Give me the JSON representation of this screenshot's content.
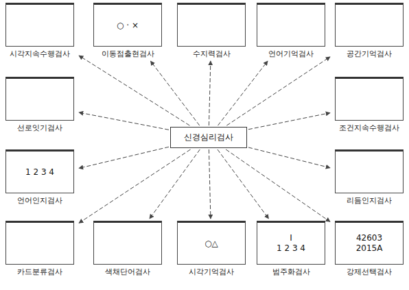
{
  "diagram": {
    "nodes": [
      {
        "text": [
          "시각지속수행검사"
        ]
      },
      {
        "text": [
          "○ · ×",
          "이동점출현검사"
        ]
      },
      {
        "text": [
          "수지력검사"
        ]
      },
      {
        "text": [
          "언어기억검사"
        ]
      },
      {
        "text": [
          "공간기억검사"
        ]
      },
      {
        "text": [
          "선로잇기검사"
        ]
      },
      {
        "text": [
          "조건지속수행검사"
        ]
      },
      {
        "text": [
          "신경심리검사"
        ]
      },
      {
        "text": [
          "1 2 3 4",
          "언어인지검사"
        ]
      },
      {
        "text": [
          "리듬인지검사"
        ]
      },
      {
        "text": [
          "카드분류검사"
        ]
      },
      {
        "text": [
          "색채단어검사"
        ]
      },
      {
        "text": [
          "○△",
          "시각기억검사"
        ]
      },
      {
        "text": [
          "I",
          "1 2 3 4",
          "범주화검사"
        ]
      },
      {
        "text": [
          "42603",
          "2015A",
          "강제선택검사"
        ]
      }
    ],
    "edges": [
      {
        "from": 7,
        "to": 0,
        "arrow": "to"
      },
      {
        "from": 7,
        "to": 1,
        "arrow": "to"
      },
      {
        "from": 7,
        "to": 2,
        "arrow": "to"
      },
      {
        "from": 7,
        "to": 3,
        "arrow": "to"
      },
      {
        "from": 7,
        "to": 4,
        "arrow": "to"
      },
      {
        "from": 7,
        "to": 5,
        "arrow": "to"
      },
      {
        "from": 7,
        "to": 6,
        "arrow": "to"
      },
      {
        "from": 7,
        "to": 8,
        "arrow": "to"
      },
      {
        "from": 7,
        "to": 9,
        "arrow": "to"
      },
      {
        "from": 7,
        "to": 10,
        "arrow": "to"
      },
      {
        "from": 7,
        "to": 11,
        "arrow": "to"
      },
      {
        "from": 7,
        "to": 12,
        "arrow": "to"
      },
      {
        "from": 7,
        "to": 13,
        "arrow": "to"
      },
      {
        "from": 7,
        "to": 14,
        "arrow": "to"
      }
    ]
  }
}
